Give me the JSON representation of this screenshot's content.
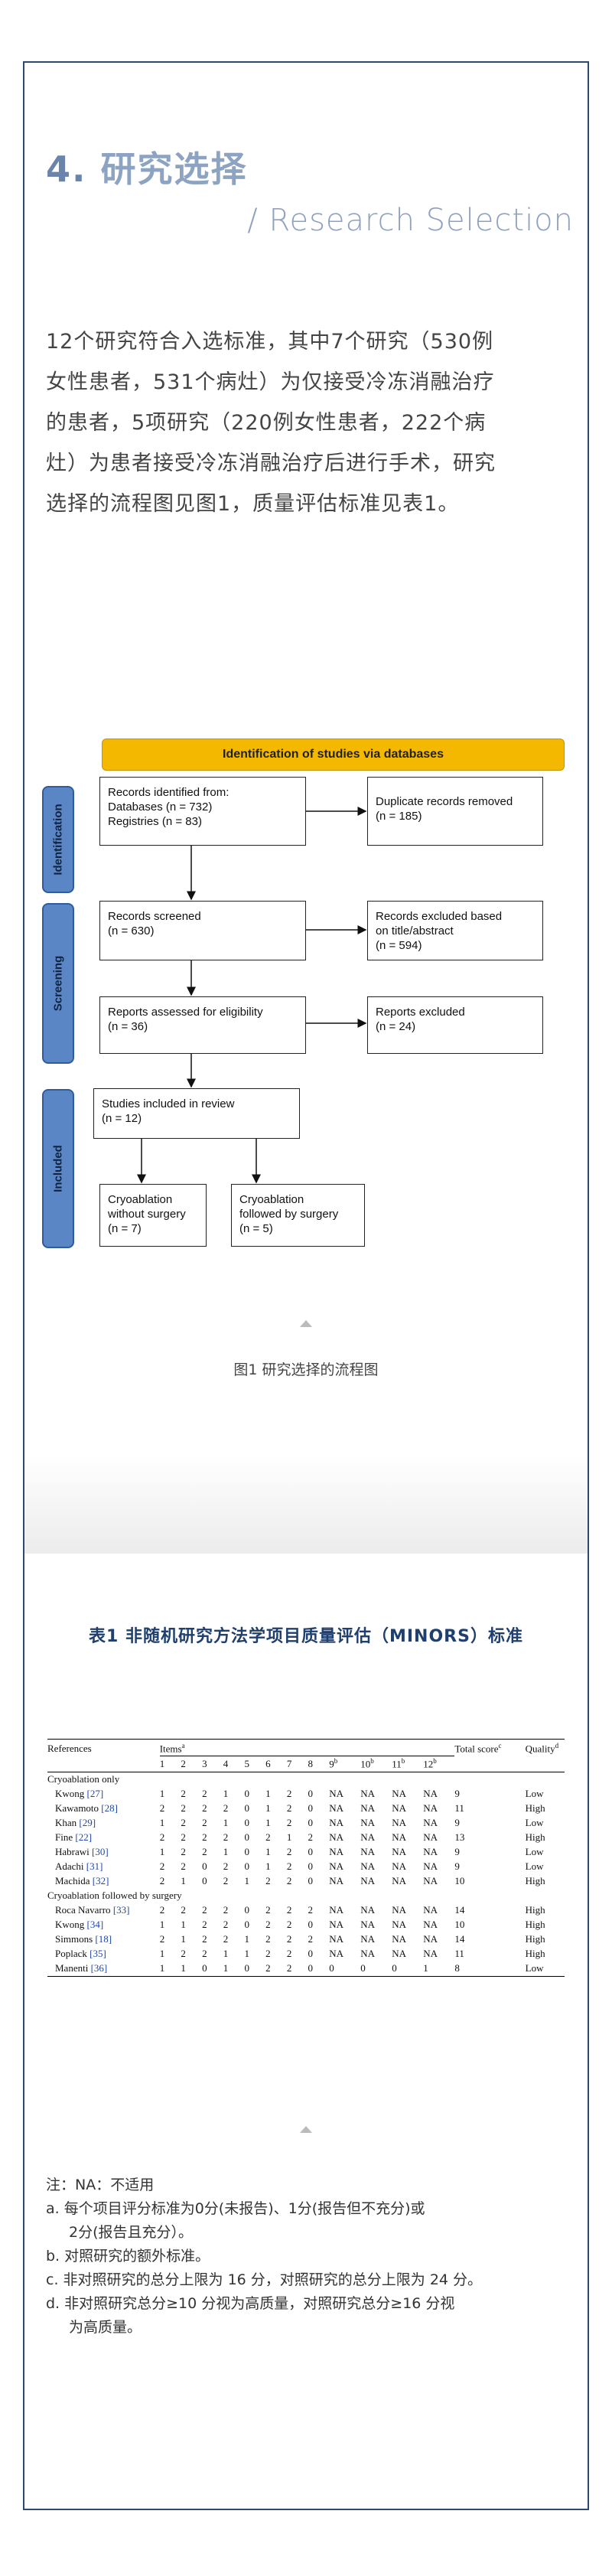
{
  "section": {
    "number": "4.",
    "title": "研究选择",
    "subtitle": "/ Research Selection"
  },
  "body_lines": [
    "12个研究符合入选标准，其中7个研究（530例",
    "女性患者，531个病灶）为仅接受冷冻消融治疗",
    "的患者，5项研究（220例女性患者，222个病",
    "灶）为患者接受冷冻消融治疗后进行手术，研究",
    "选择的流程图见图1，质量评估标准见表1。"
  ],
  "flow": {
    "header": "Identification of studies via databases",
    "phases": [
      "Identification",
      "Screening",
      "Included"
    ],
    "identified": "Records identified from:\n    Databases (n = 732)\n    Registries (n = 83)",
    "duplicates": "Duplicate records removed\n(n = 185)",
    "screened": "Records screened\n(n = 630)",
    "excluded_title": "Records excluded based\non title/abstract\n(n = 594)",
    "assessed": "Reports assessed for eligibility\n(n = 36)",
    "reports_excluded": "Reports excluded\n(n = 24)",
    "included": "Studies included in review\n(n = 12)",
    "cryo_only": "Cryoablation\nwithout surgery\n(n = 7)",
    "cryo_surgery": "Cryoablation\nfollowed by surgery\n(n = 5)"
  },
  "figure_caption": "图1 研究选择的流程图",
  "table_title": "表1 非随机研究方法学项目质量评估（MINORS）标准",
  "table": {
    "headers": {
      "references": "References",
      "items": "Items",
      "items_sup": "a",
      "total": "Total score",
      "total_sup": "c",
      "quality": "Quality",
      "quality_sup": "d",
      "item_numbers": [
        "1",
        "2",
        "3",
        "4",
        "5",
        "6",
        "7",
        "8",
        "9",
        "10",
        "11",
        "12"
      ],
      "item_sups": [
        "",
        "",
        "",
        "",
        "",
        "",
        "",
        "",
        "b",
        "b",
        "b",
        "b"
      ]
    },
    "groups": [
      {
        "label": "Cryoablation only",
        "rows": [
          {
            "name": "Kwong ",
            "cite": "[27]",
            "scores": [
              "1",
              "2",
              "2",
              "1",
              "0",
              "1",
              "2",
              "0",
              "NA",
              "NA",
              "NA",
              "NA"
            ],
            "total": "9",
            "quality": "Low"
          },
          {
            "name": "Kawamoto ",
            "cite": "[28]",
            "scores": [
              "2",
              "2",
              "2",
              "2",
              "0",
              "1",
              "2",
              "0",
              "NA",
              "NA",
              "NA",
              "NA"
            ],
            "total": "11",
            "quality": "High"
          },
          {
            "name": "Khan ",
            "cite": "[29]",
            "scores": [
              "1",
              "2",
              "2",
              "1",
              "0",
              "1",
              "2",
              "0",
              "NA",
              "NA",
              "NA",
              "NA"
            ],
            "total": "9",
            "quality": "Low"
          },
          {
            "name": "Fine ",
            "cite": "[22]",
            "scores": [
              "2",
              "2",
              "2",
              "2",
              "0",
              "2",
              "1",
              "2",
              "NA",
              "NA",
              "NA",
              "NA"
            ],
            "total": "13",
            "quality": "High"
          },
          {
            "name": "Habrawi ",
            "cite": "[30]",
            "scores": [
              "1",
              "2",
              "2",
              "1",
              "0",
              "1",
              "2",
              "0",
              "NA",
              "NA",
              "NA",
              "NA"
            ],
            "total": "9",
            "quality": "Low"
          },
          {
            "name": "Adachi ",
            "cite": "[31]",
            "scores": [
              "2",
              "2",
              "0",
              "2",
              "0",
              "1",
              "2",
              "0",
              "NA",
              "NA",
              "NA",
              "NA"
            ],
            "total": "9",
            "quality": "Low"
          },
          {
            "name": "Machida ",
            "cite": "[32]",
            "scores": [
              "2",
              "1",
              "0",
              "2",
              "1",
              "2",
              "2",
              "0",
              "NA",
              "NA",
              "NA",
              "NA"
            ],
            "total": "10",
            "quality": "High"
          }
        ]
      },
      {
        "label": "Cryoablation followed by surgery",
        "rows": [
          {
            "name": "Roca Navarro ",
            "cite": "[33]",
            "scores": [
              "2",
              "2",
              "2",
              "2",
              "0",
              "2",
              "2",
              "2",
              "NA",
              "NA",
              "NA",
              "NA"
            ],
            "total": "14",
            "quality": "High"
          },
          {
            "name": "Kwong ",
            "cite": "[34]",
            "scores": [
              "1",
              "1",
              "2",
              "2",
              "0",
              "2",
              "2",
              "0",
              "NA",
              "NA",
              "NA",
              "NA"
            ],
            "total": "10",
            "quality": "High"
          },
          {
            "name": "Simmons ",
            "cite": "[18]",
            "scores": [
              "2",
              "1",
              "2",
              "2",
              "1",
              "2",
              "2",
              "2",
              "NA",
              "NA",
              "NA",
              "NA"
            ],
            "total": "14",
            "quality": "High"
          },
          {
            "name": "Poplack ",
            "cite": "[35]",
            "scores": [
              "1",
              "2",
              "2",
              "1",
              "1",
              "2",
              "2",
              "0",
              "NA",
              "NA",
              "NA",
              "NA"
            ],
            "total": "11",
            "quality": "High"
          },
          {
            "name": "Manenti ",
            "cite": "[36]",
            "scores": [
              "1",
              "1",
              "0",
              "1",
              "0",
              "2",
              "2",
              "0",
              "0",
              "0",
              "0",
              "1"
            ],
            "total": "8",
            "quality": "Low"
          }
        ]
      }
    ]
  },
  "notes": [
    {
      "text": "注：NA：不适用",
      "indent": false
    },
    {
      "text": "a. 每个项目评分标准为0分(未报告)、1分(报告但不充分)或",
      "indent": false
    },
    {
      "text": "2分(报告且充分）。",
      "indent": true
    },
    {
      "text": "b. 对照研究的额外标准。",
      "indent": false
    },
    {
      "text": "c. 非对照研究的总分上限为 16 分，对照研究的总分上限为 24 分。",
      "indent": false
    },
    {
      "text": "d. 非对照研究总分≥10 分视为高质量，对照研究总分≥16 分视",
      "indent": false
    },
    {
      "text": "为高质量。",
      "indent": true
    }
  ]
}
